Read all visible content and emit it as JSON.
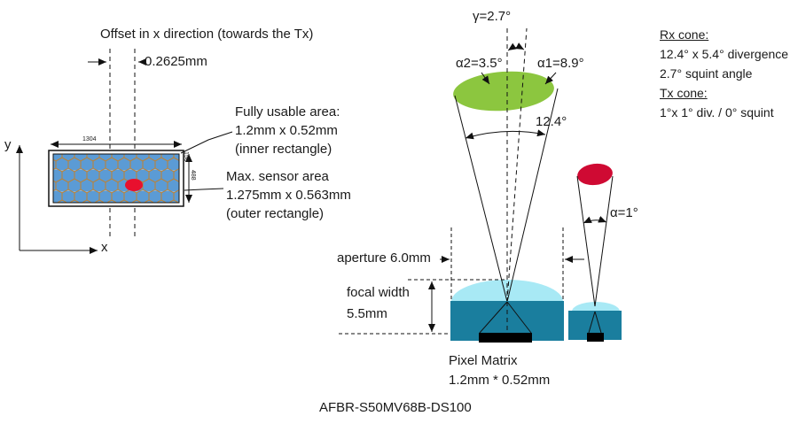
{
  "title": "AFBR-S50MV68B-DS100",
  "colors": {
    "green_spot": "#8cc63f",
    "red_spot": "#cf0a33",
    "sensor_spot": "#e8102e",
    "lens_body": "#1a7e9e",
    "lens_dome": "#a8e9f5",
    "hex_fill": "#5b9bd5",
    "hex_stroke": "#c0812f",
    "hex_bg": "#8ab4dd"
  },
  "sensor": {
    "offset_label": "Offset in x direction (towards the Tx)",
    "offset_value": "0.2625mm",
    "dim_width": "1304",
    "dim_inner": "150",
    "dim_outer": "488",
    "axis_x": "x",
    "axis_y": "y",
    "fully_usable": {
      "l1": "Fully usable area:",
      "l2": "1.2mm x 0.52mm",
      "l3": "(inner rectangle)"
    },
    "max_sensor": {
      "l1": "Max. sensor area",
      "l2": "1.275mm x 0.563mm",
      "l3": "(outer rectangle)"
    }
  },
  "optics": {
    "gamma": "γ=2.7°",
    "alpha2": "α2=3.5°",
    "alpha1": "α1=8.9°",
    "rx_divergence": "12.4°",
    "tx_alpha": "α=1°",
    "aperture": "aperture 6.0mm",
    "focal_width": {
      "l1": "focal width",
      "l2": "5.5mm"
    },
    "pixel_matrix": {
      "l1": "Pixel Matrix",
      "l2": "1.2mm * 0.52mm"
    }
  },
  "legend": {
    "rx_title": "Rx cone:",
    "rx_l1": "12.4° x 5.4° divergence",
    "rx_l2": "2.7° squint angle",
    "tx_title": "Tx cone:",
    "tx_l1": "1°x 1° div. / 0° squint"
  }
}
